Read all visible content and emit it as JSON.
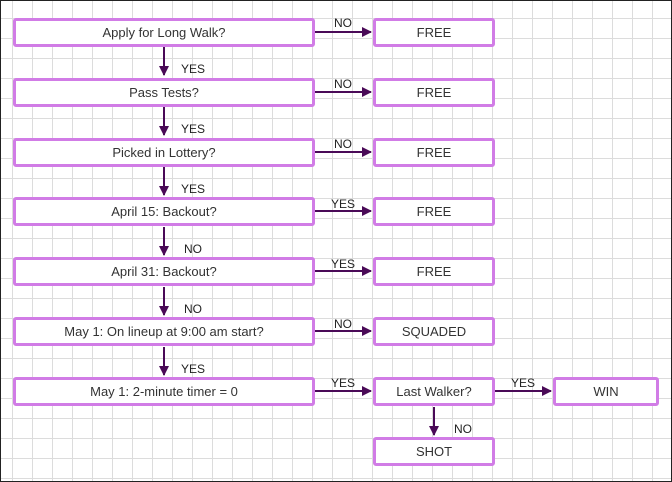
{
  "nodes": {
    "q1": "Apply for Long Walk?",
    "q2": "Pass Tests?",
    "q3": "Picked in Lottery?",
    "q4": "April 15: Backout?",
    "q5": "April 31: Backout?",
    "q6": "May 1: On lineup at 9:00 am start?",
    "q7": "May 1: 2-minute timer = 0",
    "r1": "FREE",
    "r2": "FREE",
    "r3": "FREE",
    "r4": "FREE",
    "r5": "FREE",
    "r6": "SQUADED",
    "last": "Last Walker?",
    "win": "WIN",
    "shot": "SHOT"
  },
  "edges": {
    "q1_r1": "NO",
    "q1_q2": "YES",
    "q2_r2": "NO",
    "q2_q3": "YES",
    "q3_r3": "NO",
    "q3_q4": "YES",
    "q4_r4": "YES",
    "q4_q5": "NO",
    "q5_r5": "YES",
    "q5_q6": "NO",
    "q6_r6": "NO",
    "q6_q7": "YES",
    "q7_last": "YES",
    "last_win": "YES",
    "last_shot": "NO"
  },
  "colors": {
    "node_border": "#d17ce6",
    "arrow": "#4a0a57",
    "grid": "#dcdcdc"
  }
}
